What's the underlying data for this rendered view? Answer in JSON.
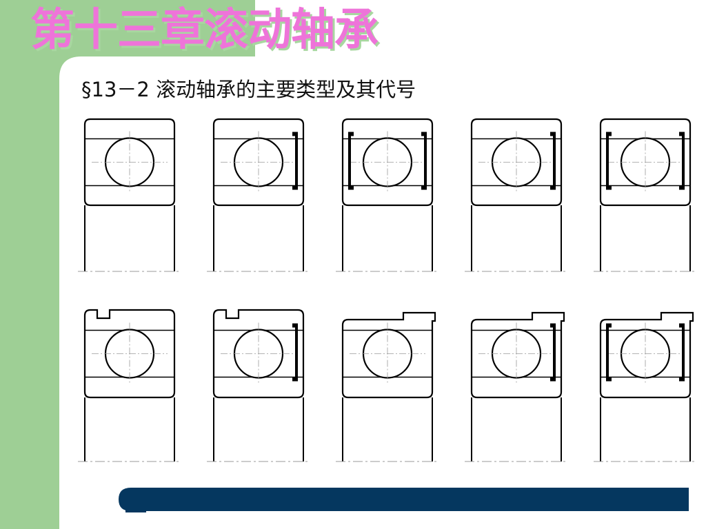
{
  "slide": {
    "title_part1": "第十三章",
    "title_part2": "滚动轴承",
    "subtitle": "§13－2 滚动轴承的主要类型及其代号"
  },
  "colors": {
    "sidebar": "#9ecf95",
    "title_text": "#ee74d9",
    "title_shadow": "#a8d7a0",
    "bottom_bar": "#05375f",
    "line": "#000000",
    "center_line": "#999999"
  },
  "diagram": {
    "rows": [
      {
        "name": "row-1",
        "bearings": [
          {
            "name": "bearing-open"
          },
          {
            "name": "bearing-one-shield",
            "right_shield": true
          },
          {
            "name": "bearing-two-shields",
            "left_shield": true,
            "right_shield": true
          },
          {
            "name": "bearing-one-shield",
            "right_shield": true
          },
          {
            "name": "bearing-two-shields",
            "left_shield": true,
            "right_shield": true
          }
        ]
      },
      {
        "name": "row-2",
        "bearings": [
          {
            "name": "bearing-snap-groove",
            "snap_groove": true
          },
          {
            "name": "bearing-snap-groove-one-shield",
            "snap_groove": true,
            "right_shield": true
          },
          {
            "name": "bearing-flanged",
            "flange": true
          },
          {
            "name": "bearing-flanged-one-shield",
            "flange": true,
            "right_shield": true
          },
          {
            "name": "bearing-flanged-two-shields",
            "flange": true,
            "left_shield": true,
            "right_shield": true
          }
        ]
      }
    ]
  }
}
